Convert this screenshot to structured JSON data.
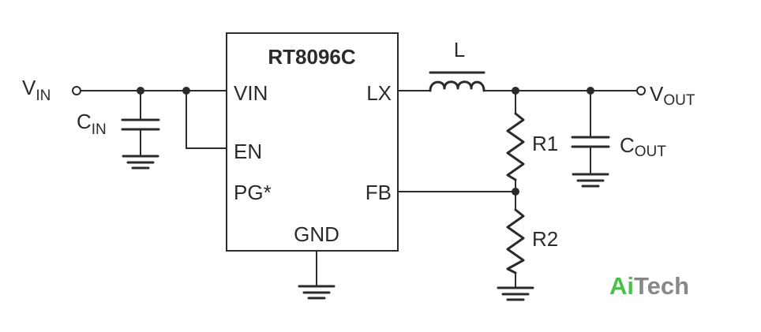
{
  "chip": {
    "name": "RT8096C",
    "pins": {
      "vin": "VIN",
      "en": "EN",
      "pg": "PG*",
      "lx": "LX",
      "fb": "FB",
      "gnd": "GND"
    }
  },
  "labels": {
    "vin_main": "V",
    "vin_sub": "IN",
    "cin_main": "C",
    "cin_sub": "IN",
    "vout_main": "V",
    "vout_sub": "OUT",
    "cout_main": "C",
    "cout_sub": "OUT",
    "inductor": "L",
    "r1": "R1",
    "r2": "R2"
  },
  "watermark": {
    "part1": "Ai",
    "part2": "Tech",
    "color1": "#4bbf4b",
    "color2": "#888888"
  },
  "colors": {
    "line": "#2b2b2b",
    "background": "#ffffff"
  }
}
